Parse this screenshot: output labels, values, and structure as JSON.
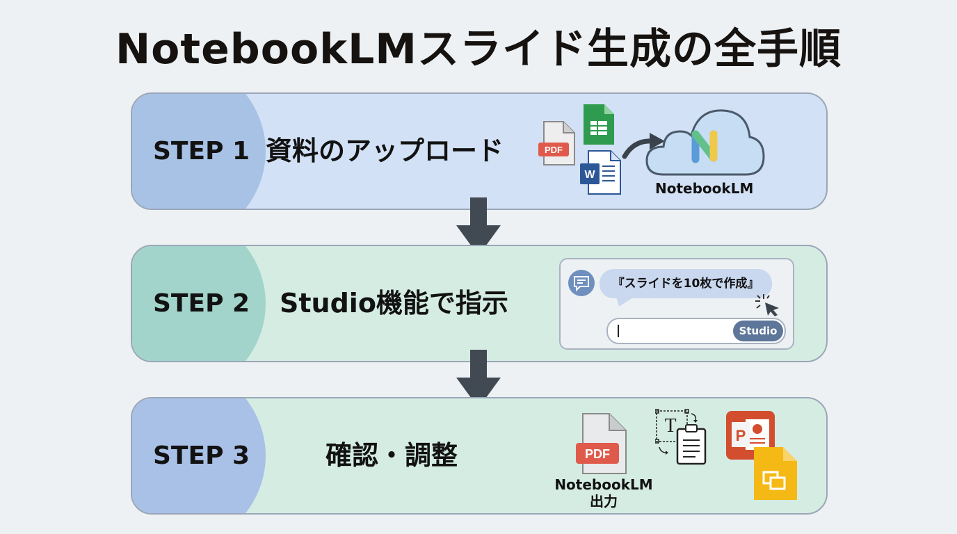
{
  "title": "NotebookLMスライド生成の全手順",
  "colors": {
    "background": "#edf1f3",
    "step1_bg": "#d3e1f6",
    "step1_badge": "#a8c2e6",
    "step2_bg": "#d5ece3",
    "step2_badge": "#a2d4cb",
    "step3_bg": "#d5ece3",
    "step3_badge": "#a9c1e7",
    "arrow": "#414a53",
    "studio_button": "#5d7699"
  },
  "steps": [
    {
      "label": "STEP 1",
      "description": "資料のアップロード",
      "icons": [
        "pdf-file-icon",
        "google-sheets-icon",
        "word-doc-icon",
        "curved-arrow-icon",
        "notebooklm-cloud-icon"
      ],
      "icon_labels": {
        "pdf": "PDF",
        "word": "W",
        "cloud": "NotebookLM"
      }
    },
    {
      "label": "STEP 2",
      "description": "Studio機能で指示",
      "chat": {
        "prompt": "『スライドを10枚で作成』",
        "input_value": "",
        "button_label": "Studio"
      }
    },
    {
      "label": "STEP 3",
      "description": "確認・調整",
      "icons": [
        "pdf-file-icon",
        "text-edit-clipboard-icon",
        "powerpoint-icon",
        "google-slides-icon"
      ],
      "output_label_line1": "NotebookLM",
      "output_label_line2": "出力",
      "pdf_tag": "PDF",
      "ppt_letter": "P"
    }
  ]
}
